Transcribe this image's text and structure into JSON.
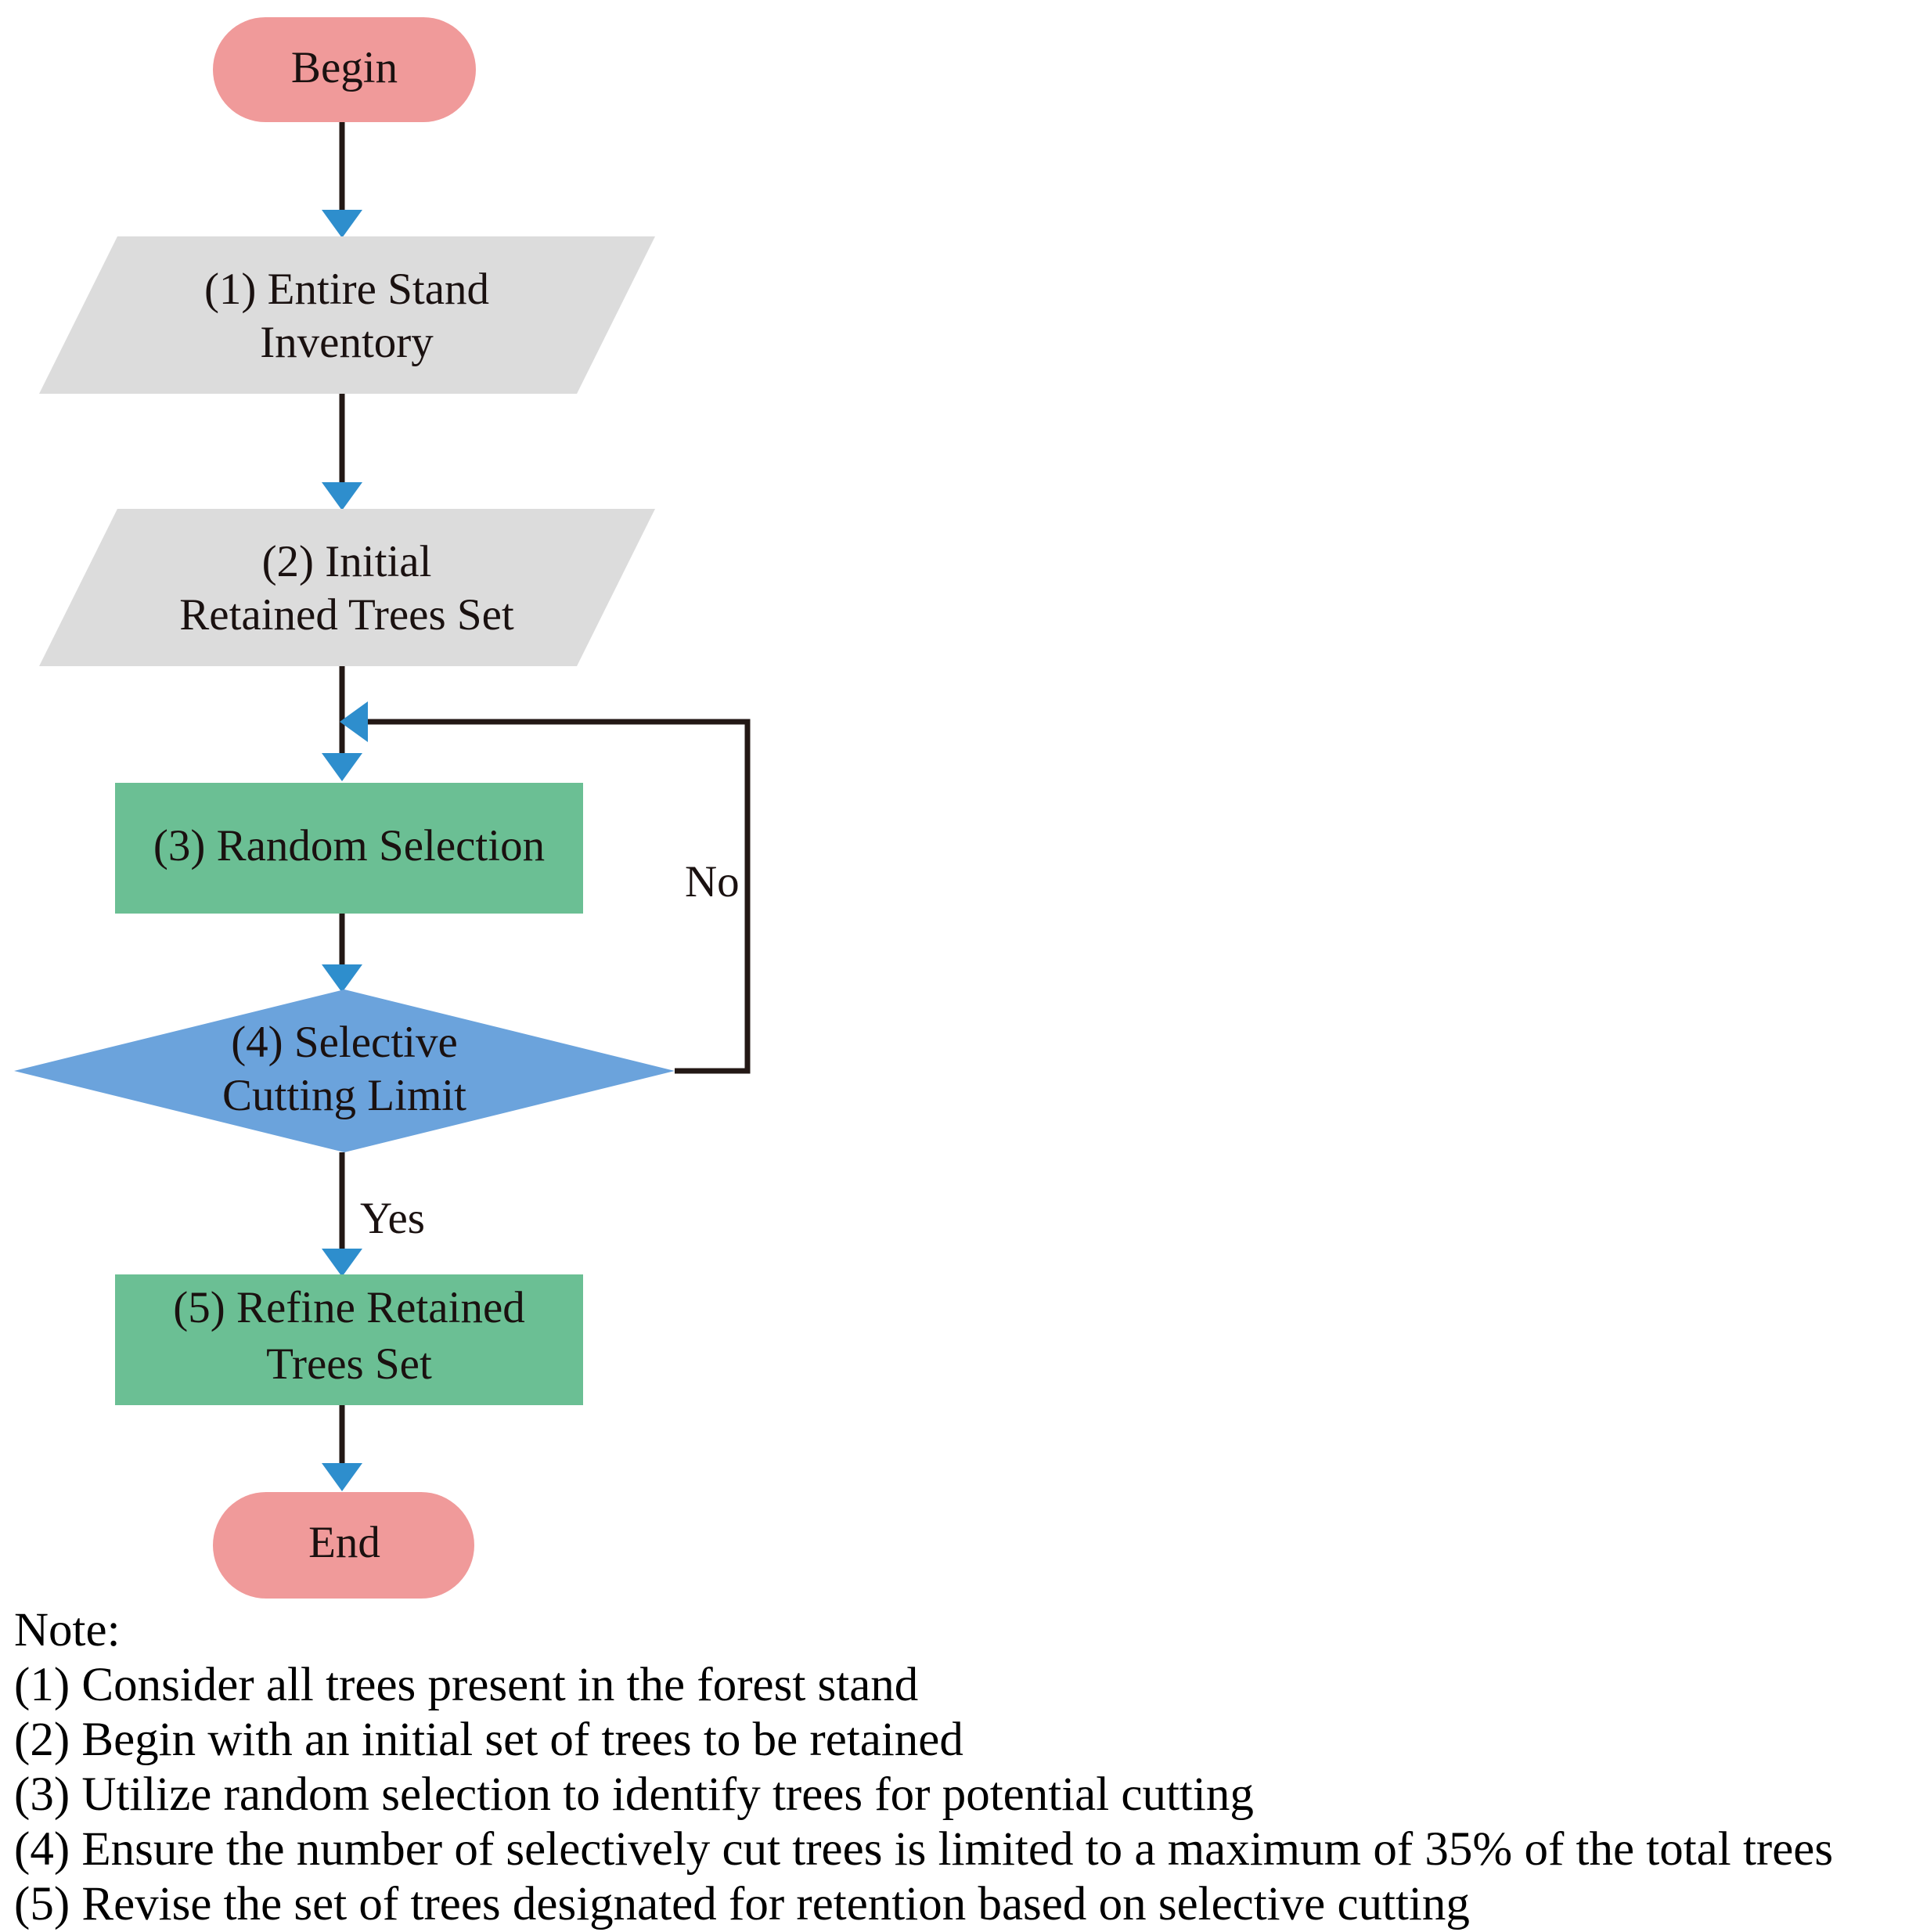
{
  "diagram": {
    "title_present": false,
    "colors": {
      "terminal_fill": "#f09a9a",
      "io_fill": "#dcdcdc",
      "process_fill": "#6bbf94",
      "decision_fill": "#6ba3dc",
      "connector_line": "#231815",
      "arrowhead": "#2e8ecd",
      "text": "#1a1110"
    },
    "nodes": [
      {
        "id": "begin",
        "shape": "terminal",
        "label": "Begin"
      },
      {
        "id": "step1",
        "shape": "parallelogram",
        "label_line1": "(1) Entire Stand",
        "label_line2": "Inventory"
      },
      {
        "id": "step2",
        "shape": "parallelogram",
        "label_line1": "(2) Initial",
        "label_line2": "Retained Trees Set"
      },
      {
        "id": "step3",
        "shape": "rectangle",
        "label": "(3) Random Selection"
      },
      {
        "id": "step4",
        "shape": "diamond",
        "label_line1": "(4) Selective",
        "label_line2": "Cutting Limit"
      },
      {
        "id": "step5",
        "shape": "rectangle",
        "label_line1": "(5) Refine Retained",
        "label_line2": "Trees Set"
      },
      {
        "id": "end",
        "shape": "terminal",
        "label": "End"
      }
    ],
    "edge_labels": {
      "no": "No",
      "yes": "Yes"
    }
  },
  "notes": {
    "heading": "Note:",
    "items": [
      "(1) Consider all trees present in the forest stand",
      "(2) Begin with an initial set of trees to be retained",
      "(3) Utilize random selection to identify trees for potential cutting",
      "(4) Ensure the number of selectively cut trees is limited to a maximum of 35% of the total trees",
      "(5) Revise the set of trees designated for retention based on selective cutting"
    ]
  }
}
